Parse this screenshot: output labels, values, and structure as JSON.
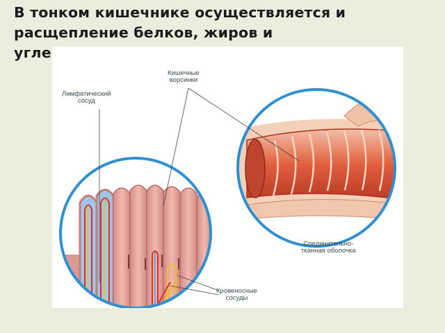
{
  "slide": {
    "title_lines": [
      "В тонком кишечнике осуществляется и",
      "расщепление белков, жиров и",
      "угле"
    ]
  },
  "figure": {
    "labels": {
      "villi": [
        "Кишечные",
        "ворсинки"
      ],
      "lymph_vessel": [
        "Лимфатический",
        "сосуд"
      ],
      "connective": [
        "Соединительно-",
        "тканная оболочка"
      ],
      "blood_vessels": [
        "Кровеносные",
        "сосуды"
      ]
    },
    "colors": {
      "circle_outline": "#2f8fd0",
      "tissue": "#e6a8a0",
      "tissue_dark": "#c97a72",
      "muscle": "#d94a2e",
      "artery": "#d9302a",
      "vein": "#f0c020",
      "lymph": "#5aa8e0",
      "background": "#eceedd"
    }
  }
}
